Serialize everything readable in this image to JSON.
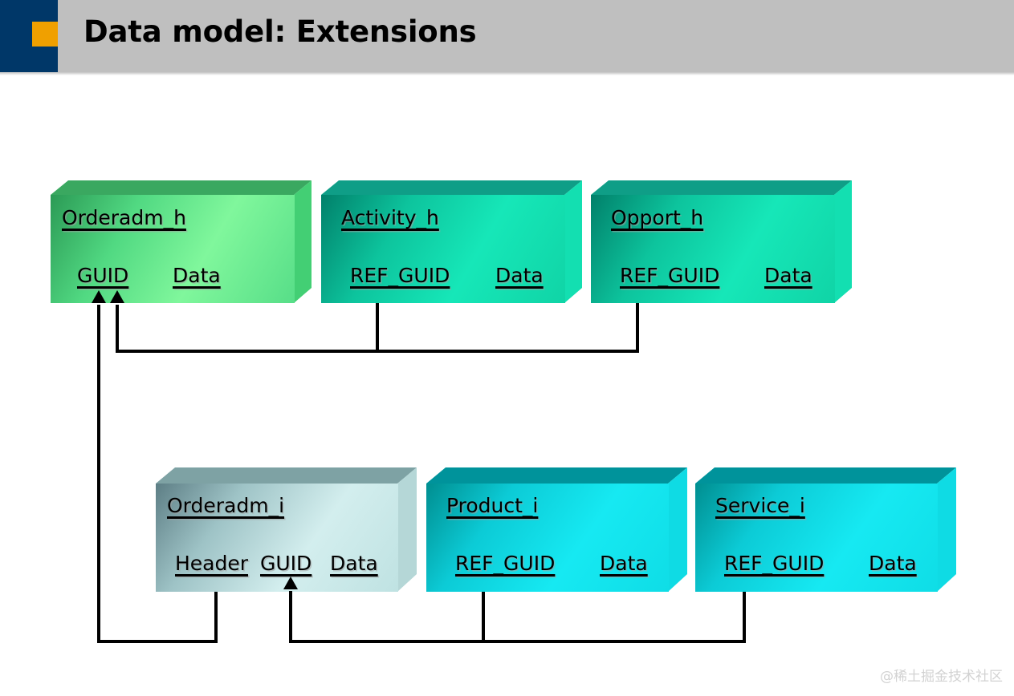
{
  "header": {
    "title": "Data model: Extensions",
    "navy_color": "#003768",
    "accent_color": "#f0a000",
    "bar_color": "#bfbfbf"
  },
  "diagram": {
    "boxes": [
      {
        "id": "orderadm-h",
        "title": "Orderadm_h",
        "fields": [
          "GUID",
          "Data"
        ],
        "color_top": "#3aa860",
        "color_front_light": "#7cf49a",
        "color_front_dark": "#2e9c56",
        "color_side": "#43cf74"
      },
      {
        "id": "activity-h",
        "title": "Activity_h",
        "fields": [
          "REF_GUID",
          "Data"
        ],
        "color_top": "#0f9e87",
        "color_front_light": "#14e0b4",
        "color_front_dark": "#038268",
        "color_side": "#0fd3a8"
      },
      {
        "id": "opport-h",
        "title": "Opport_h",
        "fields": [
          "REF_GUID",
          "Data"
        ],
        "color_top": "#0f9e87",
        "color_front_light": "#14e0b4",
        "color_front_dark": "#038268",
        "color_side": "#0fd3a8"
      },
      {
        "id": "orderadm-i",
        "title": "Orderadm_i",
        "fields": [
          "Header",
          "GUID",
          "Data"
        ],
        "color_top": "#7ea2a4",
        "color_front_light": "#cfeaea",
        "color_front_dark": "#5f7f86",
        "color_side": "#b5d7d7"
      },
      {
        "id": "product-i",
        "title": "Product_i",
        "fields": [
          "REF_GUID",
          "Data"
        ],
        "color_top": "#00939b",
        "color_front_light": "#12e3ec",
        "color_front_dark": "#008f90",
        "color_side": "#0ed4dc"
      },
      {
        "id": "service-i",
        "title": "Service_i",
        "fields": [
          "REF_GUID",
          "Data"
        ],
        "color_top": "#00939b",
        "color_front_light": "#12e3ec",
        "color_front_dark": "#008f90",
        "color_side": "#0ed4dc"
      }
    ],
    "relations": [
      {
        "from": "orderadm-i.Header",
        "to": "orderadm-h.GUID"
      },
      {
        "from": "activity-h.REF_GUID",
        "to": "orderadm-h.GUID"
      },
      {
        "from": "opport-h.REF_GUID",
        "to": "orderadm-h.GUID"
      },
      {
        "from": "product-i.REF_GUID",
        "to": "orderadm-i.GUID"
      },
      {
        "from": "service-i.REF_GUID",
        "to": "orderadm-i.GUID"
      }
    ]
  },
  "watermark": "@稀土掘金技术社区"
}
